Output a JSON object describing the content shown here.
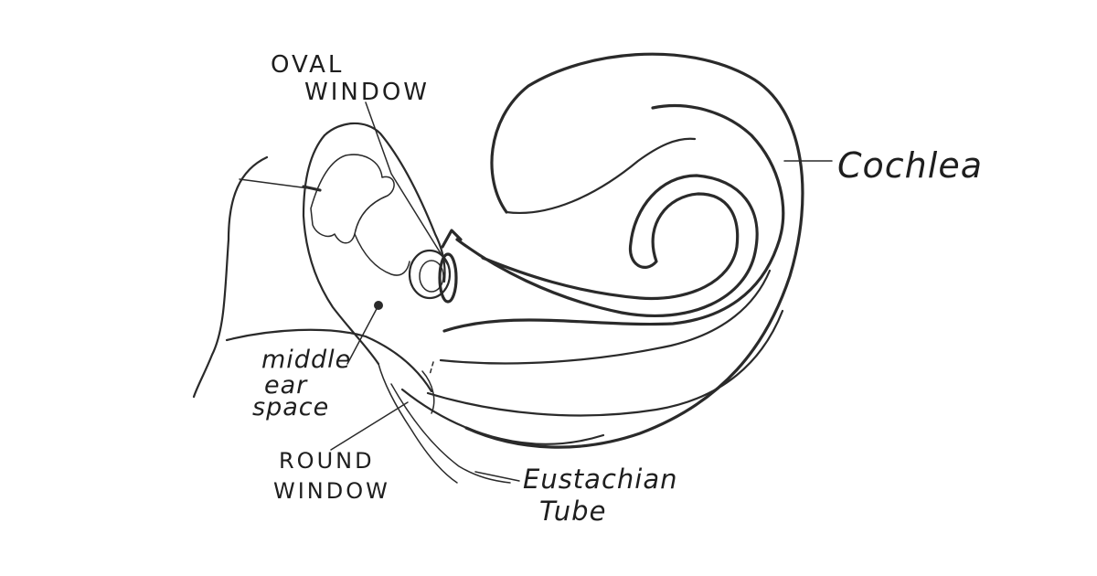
{
  "labels": {
    "oval_window_line1": "OVAL",
    "oval_window_line2": "WINDOW",
    "cochlea": "Cochlea",
    "middle_ear_line1": "middle",
    "middle_ear_line2": "ear",
    "middle_ear_line3": "space",
    "round_window_line1": "ROUND",
    "round_window_line2": "WINDOW",
    "eustachian_line1": "Eustachian",
    "eustachian_line2": "Tube"
  },
  "colors": {
    "ink": "#2a2a2a",
    "paper": "#ffffff"
  }
}
